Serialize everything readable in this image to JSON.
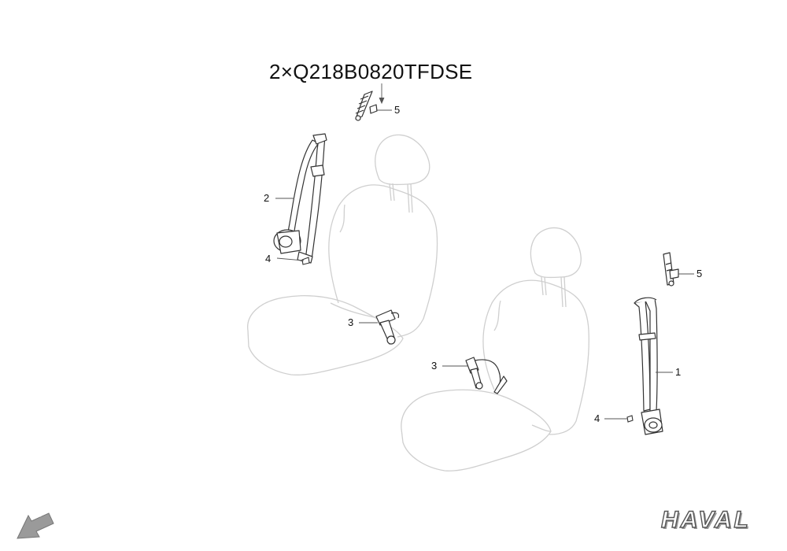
{
  "diagram": {
    "part_code": "2×Q218B0820TFDSE",
    "callouts": {
      "c1": "1",
      "c2": "2",
      "c3_left": "3",
      "c3_right": "3",
      "c4_left": "4",
      "c4_right": "4",
      "c5_top": "5",
      "c5_right": "5"
    },
    "direction_marker": "FR",
    "brand_logo": "HAVAL"
  },
  "colors": {
    "seat_outline": "#cfcfcf",
    "part_line": "#333333",
    "leader_line": "#555555",
    "arrow_fill": "#9a9a9a"
  }
}
